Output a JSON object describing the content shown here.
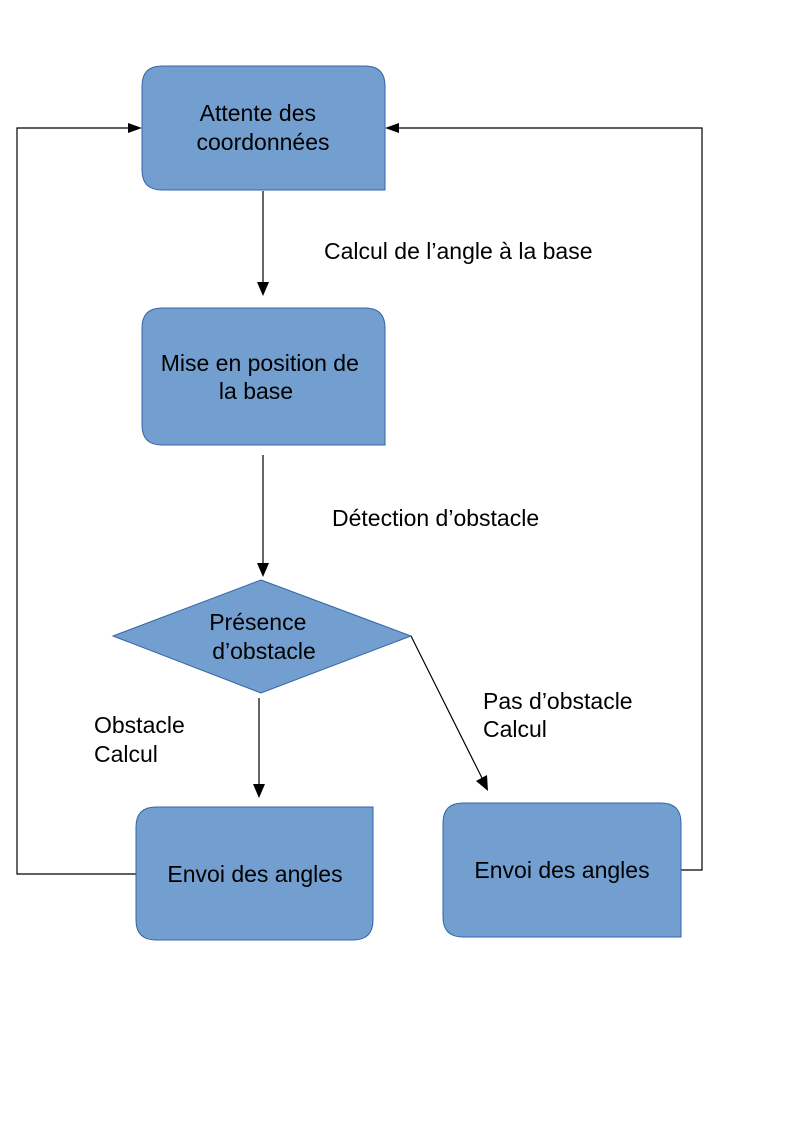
{
  "nodes": {
    "attente": [
      "Attente des",
      "coordonnées"
    ],
    "mise_en_position": [
      "Mise en position de",
      "la base"
    ],
    "presence": [
      "Présence",
      "d’obstacle"
    ],
    "envoi_left": [
      "Envoi des angles"
    ],
    "envoi_right": [
      "Envoi des angles"
    ]
  },
  "edges": {
    "calcul_angle": [
      "Calcul de l’angle à la base"
    ],
    "detection": [
      "Détection d’obstacle"
    ],
    "obstacle": [
      "Obstacle",
      "Calcul"
    ],
    "pas_obstacle": [
      "Pas d’obstacle",
      "Calcul"
    ]
  },
  "colors": {
    "node_fill": "#729fcf",
    "node_border": "#3465a4"
  }
}
